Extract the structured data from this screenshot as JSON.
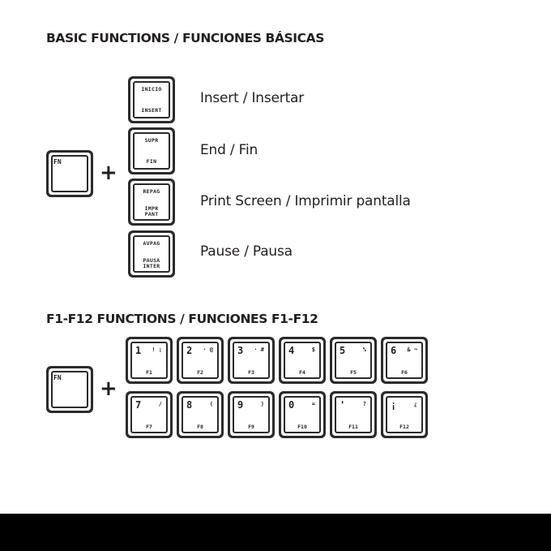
{
  "basic": {
    "heading": "BASIC FUNCTIONS / FUNCIONES BÁSICAS",
    "fn_key": "FN",
    "plus": "+",
    "rows": [
      {
        "top": "INICIO",
        "bottom": "INSERT",
        "desc": "Insert / Insertar"
      },
      {
        "top": "SUPR",
        "bottom": "FIN",
        "desc": "End / Fin"
      },
      {
        "top": "REPAG",
        "bottom": "IMPR\nPANT",
        "desc": "Print Screen / Imprimir pantalla"
      },
      {
        "top": "AVPAG",
        "bottom": "PAUSA\nINTER",
        "desc": "Pause / Pausa"
      }
    ]
  },
  "fkeys": {
    "heading": "F1-F12 FUNCTIONS /  FUNCIONES F1-F12",
    "fn_key": "FN",
    "plus": "+",
    "keys": [
      {
        "main": "1",
        "sym": "! ¡",
        "f": "F1"
      },
      {
        "main": "2",
        "sym": "· @",
        "f": "F2"
      },
      {
        "main": "3",
        "sym": "· #",
        "f": "F3"
      },
      {
        "main": "4",
        "sym": "$",
        "f": "F4"
      },
      {
        "main": "5",
        "sym": "%",
        "f": "F5"
      },
      {
        "main": "6",
        "sym": "& ¬",
        "f": "F6"
      },
      {
        "main": "7",
        "sym": "/",
        "f": "F7"
      },
      {
        "main": "8",
        "sym": "(",
        "f": "F8"
      },
      {
        "main": "9",
        "sym": ")",
        "f": "F9"
      },
      {
        "main": "0",
        "sym": "=",
        "f": "F10"
      },
      {
        "main": "'",
        "sym": "?",
        "f": "F11"
      },
      {
        "main": "¡",
        "sym": "¿",
        "f": "F12"
      }
    ]
  }
}
